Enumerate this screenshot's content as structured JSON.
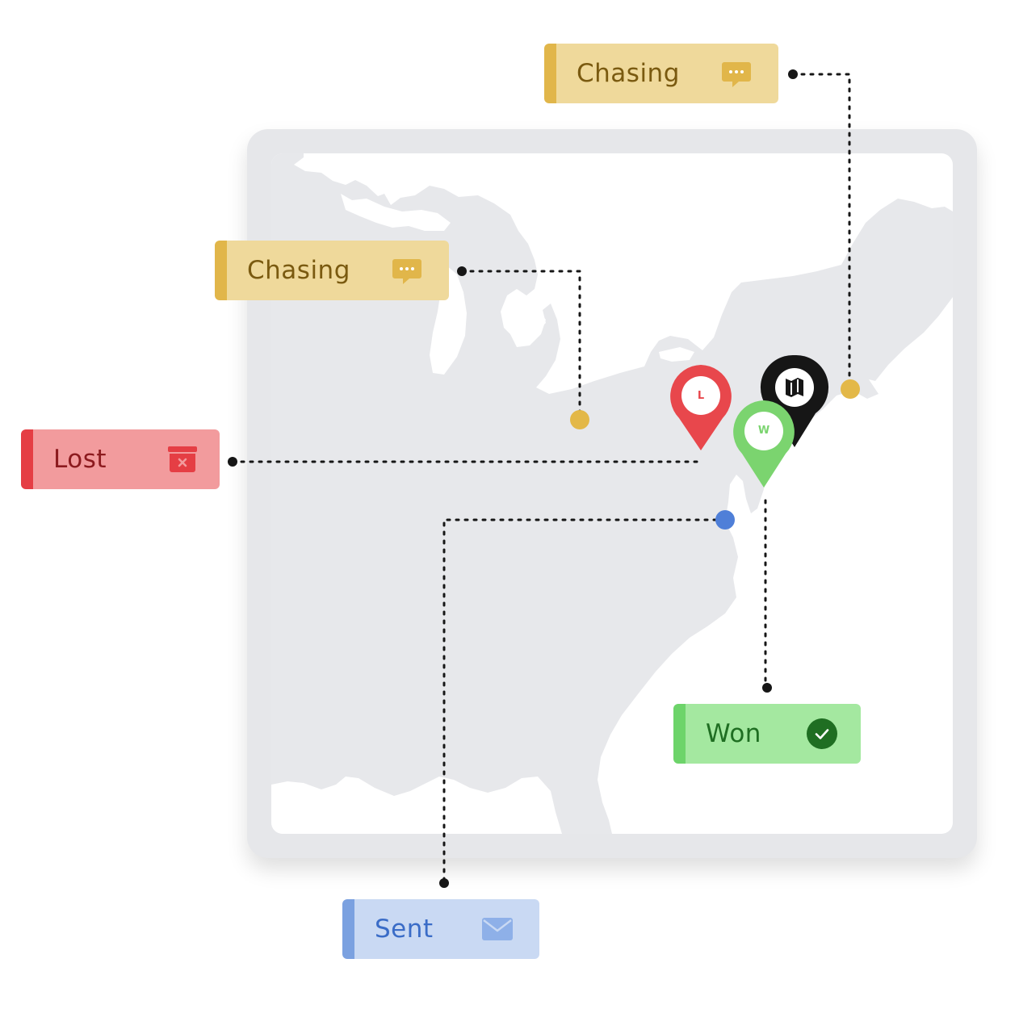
{
  "statuses": {
    "chasing_top": {
      "label": "Chasing",
      "icon": "chat-bubble-icon"
    },
    "chasing_left": {
      "label": "Chasing",
      "icon": "chat-bubble-icon"
    },
    "lost": {
      "label": "Lost",
      "icon": "archive-box-icon"
    },
    "won": {
      "label": "Won",
      "icon": "check-circle-icon"
    },
    "sent": {
      "label": "Sent",
      "icon": "envelope-icon"
    }
  },
  "pins": {
    "lost": {
      "letter": "L",
      "icon": "map-pin-icon"
    },
    "won": {
      "letter": "W",
      "icon": "map-pin-icon"
    },
    "map": {
      "icon": "folded-map-icon"
    }
  },
  "colors": {
    "chasing_bg": "#efd99b",
    "chasing_bar": "#e1b64a",
    "chasing_text": "#7a5a10",
    "lost_bg": "#f29b9d",
    "lost_bar": "#e53e44",
    "lost_text": "#8c1a1e",
    "won_bg": "#a4e8a0",
    "won_bar": "#6dd46a",
    "won_text": "#1f6e22",
    "sent_bg": "#c9d9f3",
    "sent_bar": "#7ba1e0",
    "sent_text": "#3a6cc7",
    "land": "#e7e8eb",
    "pin_red": "#e8474c",
    "pin_green": "#7bd46f",
    "pin_black": "#161616",
    "dot_yellow": "#e3b848",
    "dot_blue": "#4f7fd8"
  }
}
